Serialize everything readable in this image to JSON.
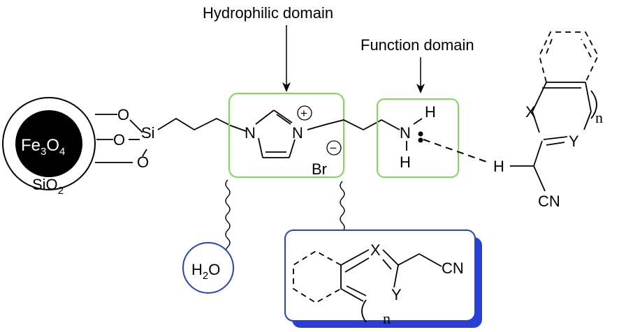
{
  "labels": {
    "hydrophilic": "Hydrophilic domain",
    "function": "Function domain"
  },
  "nanoparticle": {
    "core": "Fe",
    "core_sub1": "3",
    "core_o": "O",
    "core_sub2": "4",
    "shell": "SiO",
    "shell_sub": "2"
  },
  "linker": {
    "o1": "O",
    "o2": "O",
    "o3": "O",
    "si": "Si"
  },
  "imidazolium": {
    "n1": "N",
    "n2": "N",
    "plus": "+",
    "counter_ion": "Br",
    "minus": "−"
  },
  "amine": {
    "n": "N",
    "h1": "H",
    "h2": "H"
  },
  "substrate_top": {
    "x": "X",
    "y": "Y",
    "n": "n",
    "h": "H",
    "cn": "CN",
    "paren": ")"
  },
  "water": {
    "h": "H",
    "sub": "2",
    "o": "O"
  },
  "substrate_box": {
    "x": "X",
    "y": "Y",
    "cn": "CN",
    "n": "n",
    "paren": ")"
  },
  "colors": {
    "green_box": "#7ed957",
    "blue_box": "#2a3fd6",
    "water_circle": "#2a3fd6",
    "core": "#000000"
  }
}
